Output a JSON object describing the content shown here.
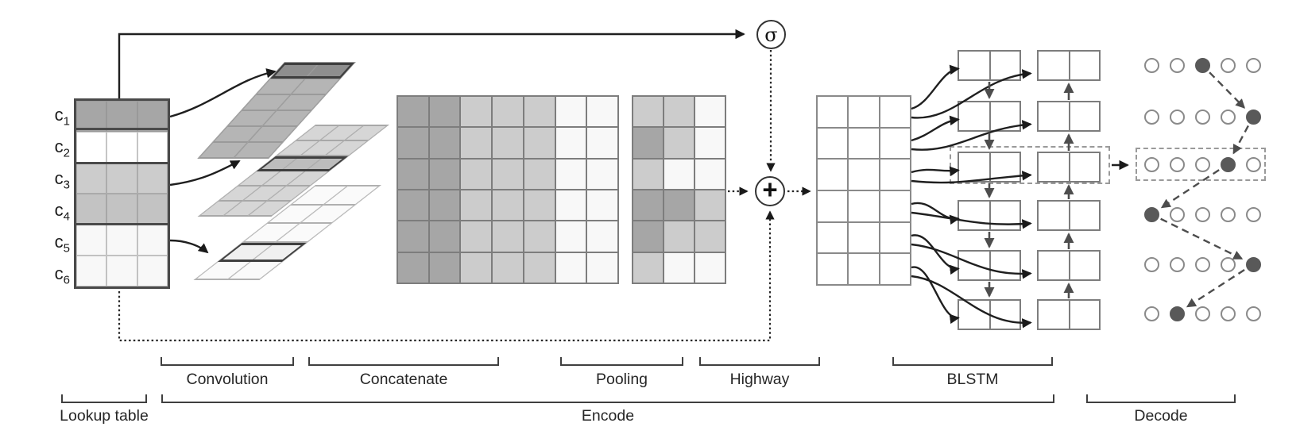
{
  "figure": {
    "operators": {
      "sigma": "σ",
      "plus": "+"
    },
    "lookup_table": {
      "cols": 3,
      "rows": [
        {
          "label": "c",
          "sub": "1",
          "shade": "dark",
          "emphasized": true
        },
        {
          "label": "c",
          "sub": "2",
          "shade": "white",
          "emphasized": false
        },
        {
          "label": "c",
          "sub": "3",
          "shade": "mid",
          "emphasized": true
        },
        {
          "label": "c",
          "sub": "4",
          "shade": "mid2",
          "emphasized": true
        },
        {
          "label": "c",
          "sub": "5",
          "shade": "faint",
          "emphasized": false
        },
        {
          "label": "c",
          "sub": "6",
          "shade": "faint",
          "emphasized": false
        }
      ]
    },
    "convolution": {
      "feature_maps": [
        {
          "rows": 6,
          "cols": 2,
          "shade": "conv_top",
          "highlight_shade": "conv_dark",
          "highlight_row": 0
        },
        {
          "rows": 6,
          "cols": 3,
          "shade": "conv_mid",
          "highlight_shade": "conv_mid_hl",
          "highlight_row": 2
        },
        {
          "rows": 5,
          "cols": 2,
          "shade": "conv_light",
          "highlight_shade": "conv_light_hl",
          "highlight_row": 3
        }
      ]
    },
    "concatenate": {
      "rows": 6,
      "col_shades": [
        "dark",
        "dark",
        "mid",
        "mid",
        "mid",
        "faint",
        "faint"
      ]
    },
    "pooling": {
      "cell_shades": [
        [
          "mid",
          "mid",
          "faint"
        ],
        [
          "dark",
          "mid",
          "faint"
        ],
        [
          "mid",
          "faint",
          "faint"
        ],
        [
          "dark",
          "dark",
          "mid"
        ],
        [
          "dark",
          "mid",
          "mid"
        ],
        [
          "mid",
          "faint",
          "faint"
        ]
      ]
    },
    "highway": {
      "rows": 6,
      "cols": 3
    },
    "blstm": {
      "rows": 6,
      "columns": 2,
      "highlighted_row": 3
    },
    "decode": {
      "rows": 6,
      "circles_per_row": 5,
      "filled_index_per_row": [
        3,
        5,
        4,
        1,
        5,
        2
      ],
      "highlighted_row": 3
    },
    "sections": [
      {
        "id": "convolution",
        "label": "Convolution"
      },
      {
        "id": "concatenate",
        "label": "Concatenate"
      },
      {
        "id": "pooling",
        "label": "Pooling"
      },
      {
        "id": "highway",
        "label": "Highway"
      },
      {
        "id": "blstm",
        "label": "BLSTM"
      },
      {
        "id": "lookup",
        "label": "Lookup table"
      },
      {
        "id": "encode",
        "label": "Encode"
      },
      {
        "id": "decode",
        "label": "Decode"
      }
    ],
    "palette": {
      "dark": "#a6a6a6",
      "mid": "#cccccc",
      "mid2": "#c3c3c3",
      "faint": "#f8f8f8",
      "white": "#ffffff",
      "conv_top": "#b5b5b5",
      "conv_dark": "#8e8e8e",
      "conv_mid": "#d6d6d6",
      "conv_mid_hl": "#bdbdbd",
      "conv_light": "#fafafa",
      "conv_light_hl": "#f0f0f0",
      "node_fill": "#595959",
      "line": "#1f1f1f",
      "grid_line": "#7d7d7d",
      "arrow_gray": "#4a4a4a"
    }
  }
}
